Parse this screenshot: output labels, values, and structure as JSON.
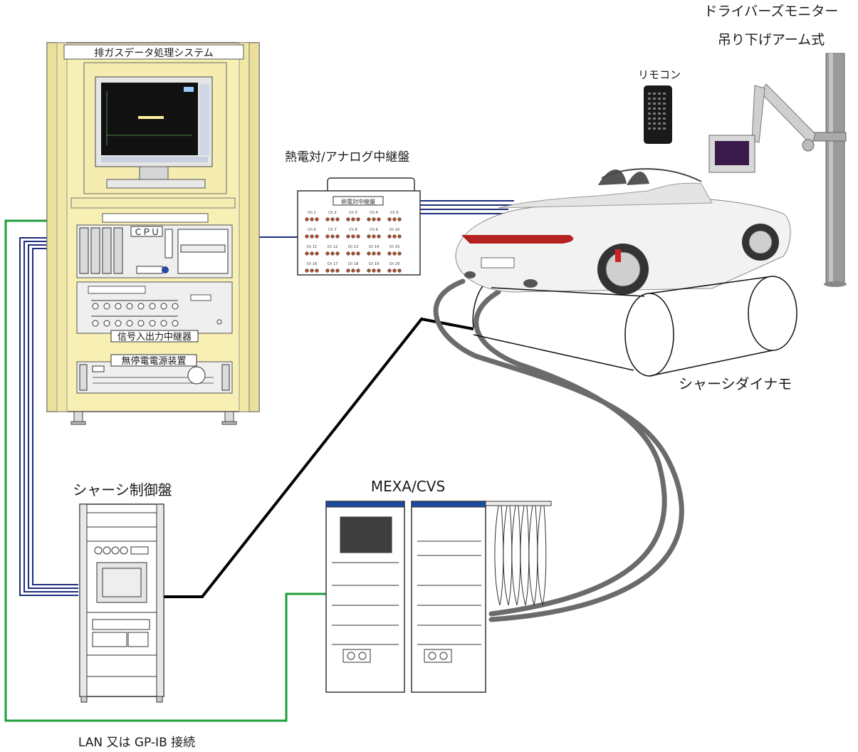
{
  "labels": {
    "exhaust_system": "排ガスデータ処理システム",
    "cpu": "ＣＰＵ",
    "signal_relay": "信号入出力中継器",
    "ups": "無停電電源装置",
    "thermo_relay": "熱電対/アナログ中継盤",
    "thermo_panel_title": "熱電対中継盤",
    "driver_monitor_line1": "ドライバーズモニター",
    "driver_monitor_line2": "吊り下げアーム式",
    "remote": "リモコン",
    "chassis_dyno": "シャーシダイナモ",
    "chassis_control": "シャーシ制御盤",
    "mexa": "MEXA/CVS",
    "lan": "LAN 又は GP-IB 接続"
  },
  "relay_channels": [
    "Ch 1",
    "Ch 2",
    "Ch 3",
    "Ch 4",
    "Ch 5",
    "Ch 6",
    "Ch 7",
    "Ch 8",
    "Ch 9",
    "Ch 10",
    "Ch 11",
    "Ch 12",
    "Ch 13",
    "Ch 14",
    "Ch 15",
    "Ch 16",
    "Ch 17",
    "Ch 18",
    "Ch 19",
    "Ch 20"
  ],
  "colors": {
    "cabinet": "#f7efb4",
    "lan_line": "#1f9e3a",
    "signal_line": "#1c2c7c",
    "exhaust_hose": "#6b6b6b",
    "mexa_header": "#1c4aa0"
  }
}
